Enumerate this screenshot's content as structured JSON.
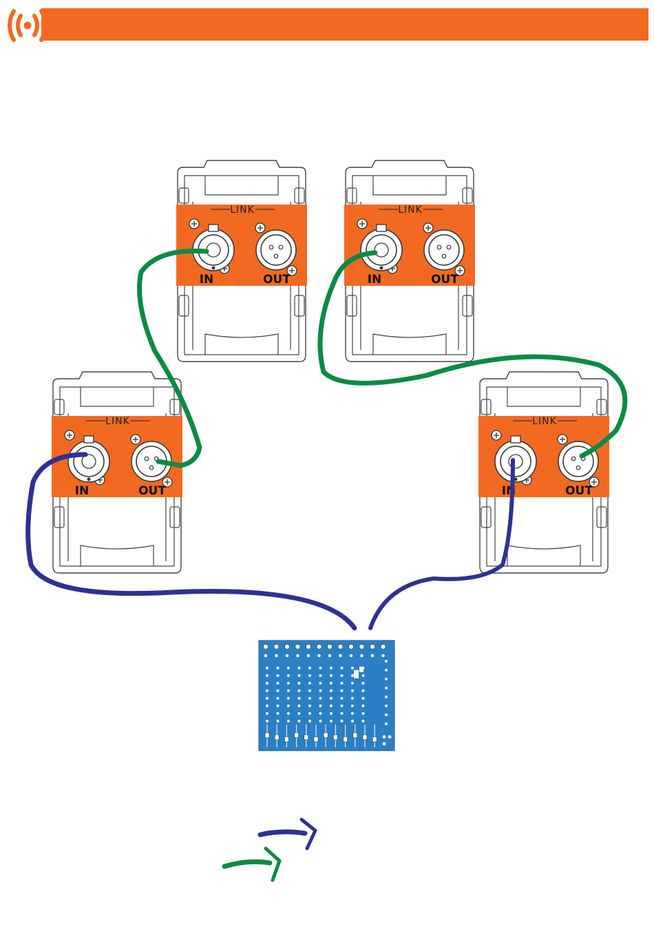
{
  "colors": {
    "brand_orange": "#f26a22",
    "cable_blue": "#2e3192",
    "cable_green": "#0b8a45",
    "mixer_blue": "#2b7fc4"
  },
  "header": {
    "logo_icon": "speaker-waves-logo-icon"
  },
  "speakers": [
    {
      "id": "top-left",
      "link_label": "LINK",
      "in_label": "IN",
      "out_label": "OUT"
    },
    {
      "id": "top-right",
      "link_label": "LINK",
      "in_label": "IN",
      "out_label": "OUT"
    },
    {
      "id": "mid-left",
      "link_label": "LINK",
      "in_label": "IN",
      "out_label": "OUT"
    },
    {
      "id": "mid-right",
      "link_label": "LINK",
      "in_label": "IN",
      "out_label": "OUT"
    }
  ],
  "mixer": {
    "icon": "mixing-console-icon"
  },
  "legend": [
    {
      "icon": "blue-cable-arrow-icon",
      "color": "#2e3192"
    },
    {
      "icon": "green-cable-arrow-icon",
      "color": "#0b8a45"
    }
  ]
}
